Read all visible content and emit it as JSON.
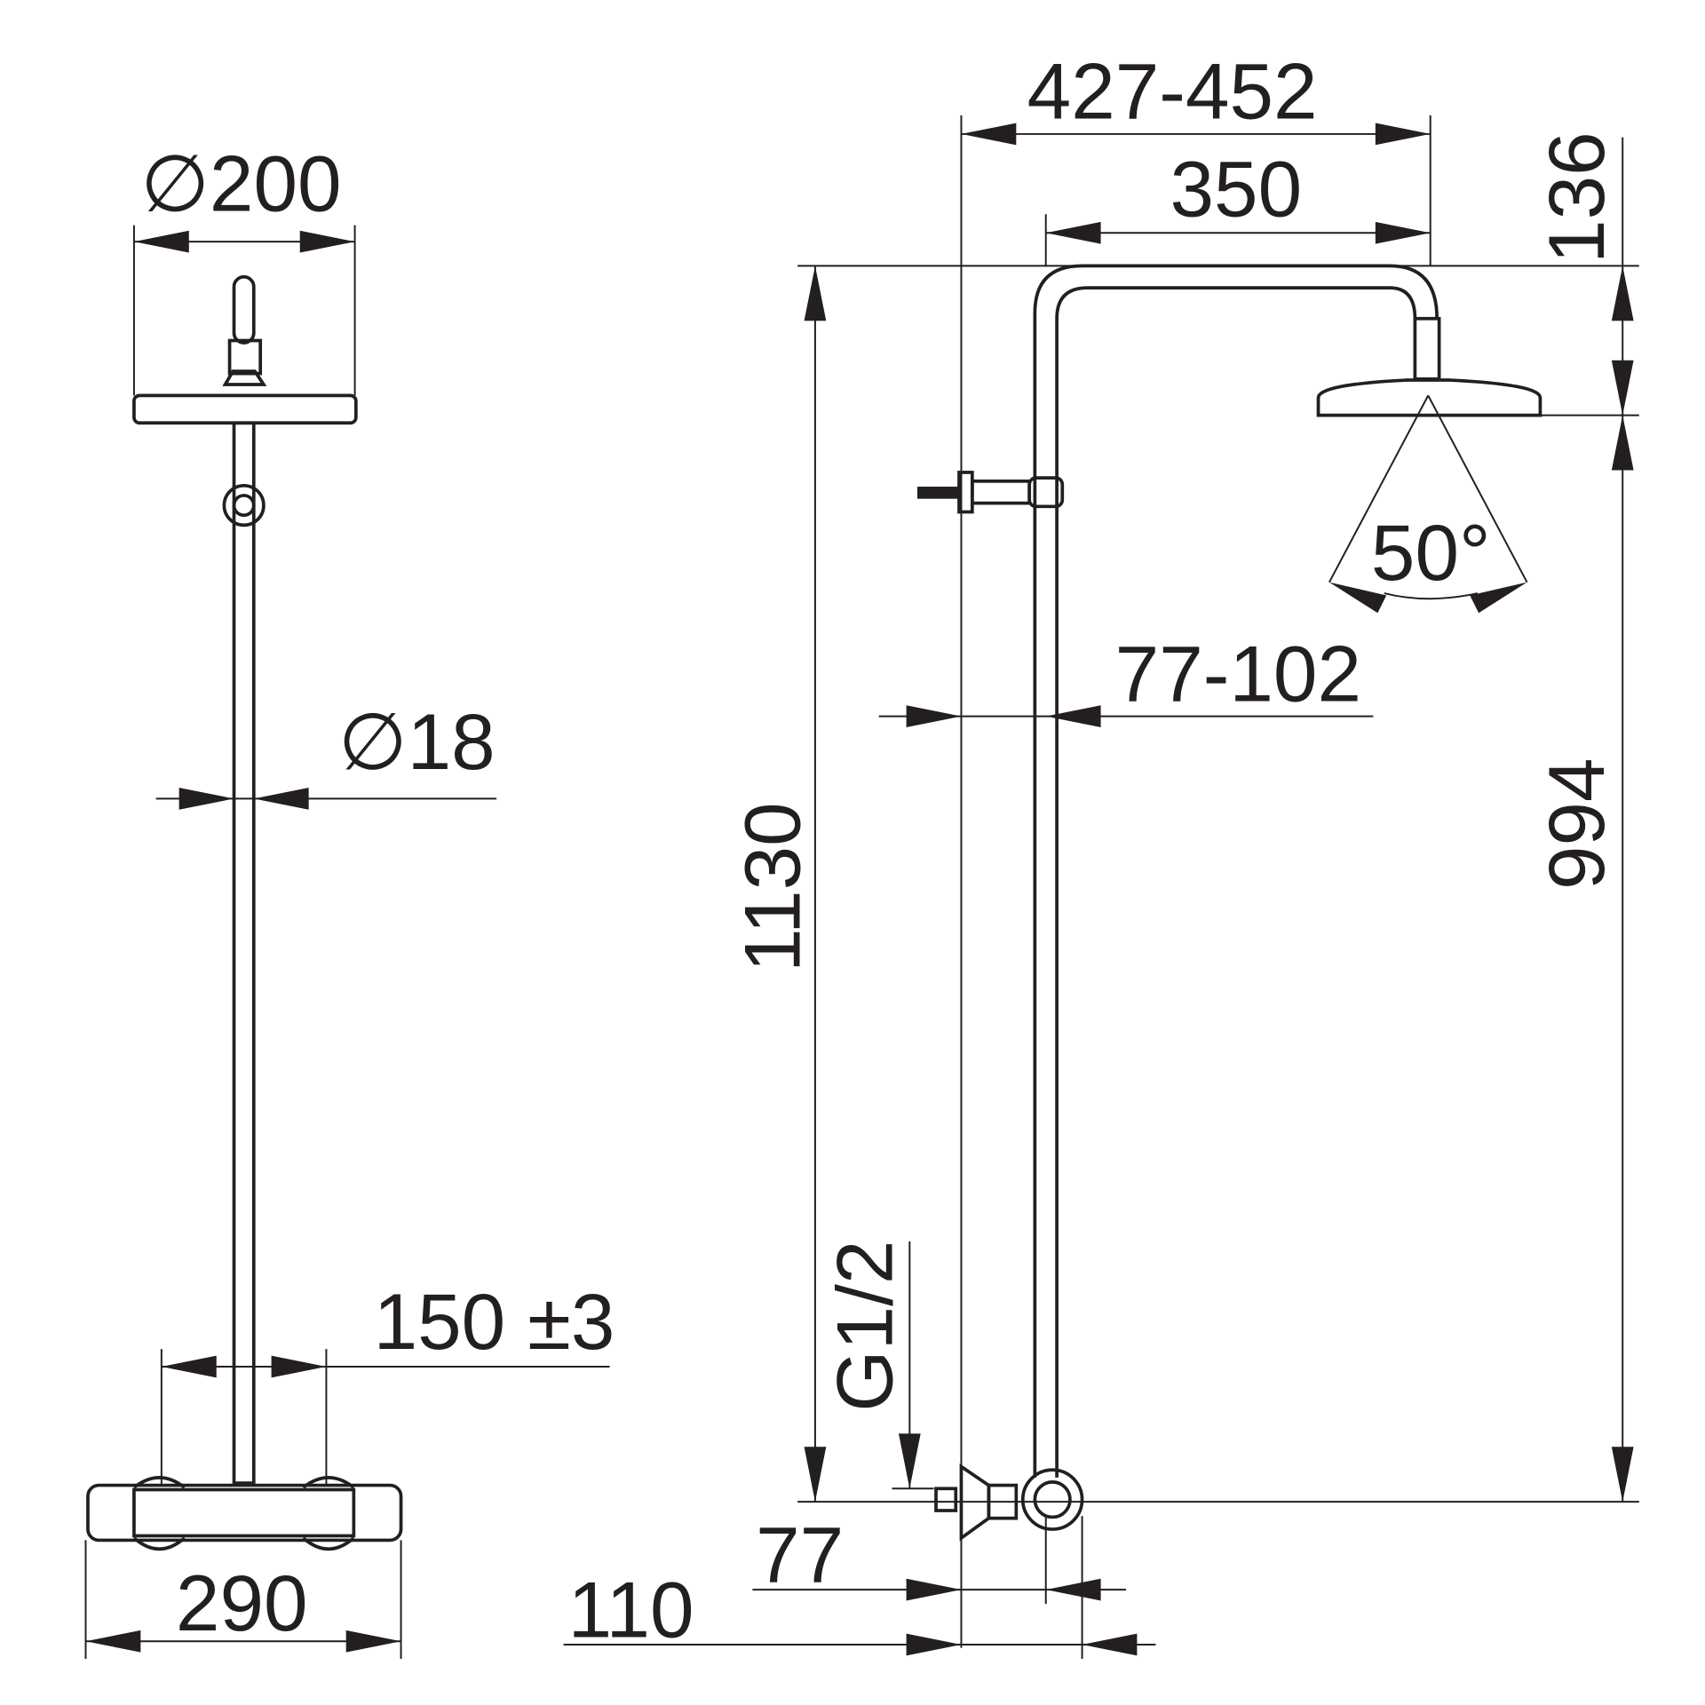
{
  "title": "Shower system dimension drawing",
  "front_view": {
    "head_diameter": "∅200",
    "pipe_diameter": "∅18",
    "inlet_spacing": "150 ±3",
    "body_width": "290"
  },
  "side_view": {
    "arm_outer": "427-452",
    "arm_length": "350",
    "head_drop": "136",
    "total_height": "1130",
    "head_height": "994",
    "wall_bracket": "77-102",
    "spray_angle": "50°",
    "thread": "G1/2",
    "offset_77": "77",
    "offset_110": "110"
  },
  "colors": {
    "line": "#231f20",
    "background": "#ffffff"
  }
}
